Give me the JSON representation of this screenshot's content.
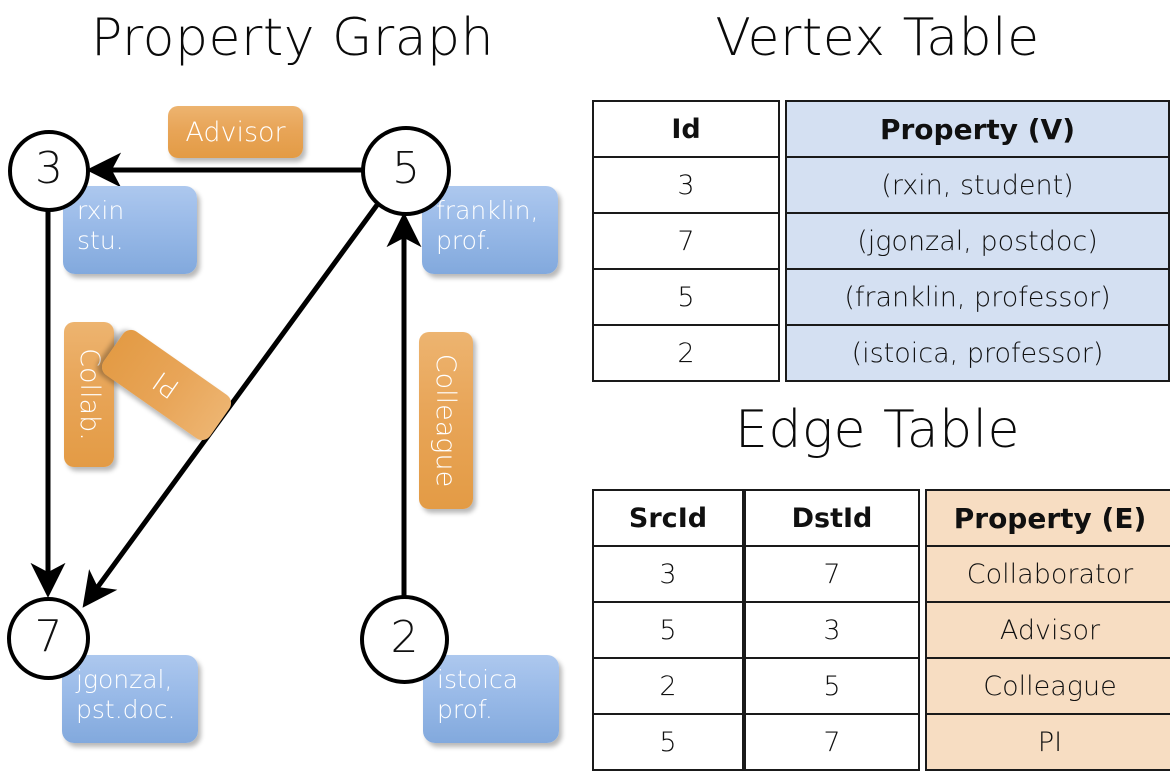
{
  "titles": {
    "property_graph": "Property Graph",
    "vertex_table": "Vertex Table",
    "edge_table": "Edge Table"
  },
  "colors": {
    "vertex_property_fill": "#d4e0f2",
    "edge_property_fill": "#f7ddc2",
    "vertex_box_blue": "#9cbce9",
    "edge_chip_orange": "#e8a558",
    "stroke": "#000000"
  },
  "graph": {
    "nodes": [
      {
        "id": "3",
        "property": "rxin\nstu."
      },
      {
        "id": "5",
        "property": "franklin,\nprof."
      },
      {
        "id": "7",
        "property": "jgonzal,\npst.doc."
      },
      {
        "id": "2",
        "property": "istoica\nprof."
      }
    ],
    "edge_labels": [
      {
        "name": "advisor",
        "text": "Advisor"
      },
      {
        "name": "collab",
        "text": "Collab."
      },
      {
        "name": "pi",
        "text": "PI"
      },
      {
        "name": "colleague",
        "text": "Colleague"
      }
    ]
  },
  "vertex_table": {
    "headers": {
      "id": "Id",
      "property": "Property (V)"
    },
    "rows": [
      {
        "id": "3",
        "property": "(rxin, student)"
      },
      {
        "id": "7",
        "property": "(jgonzal, postdoc)"
      },
      {
        "id": "5",
        "property": "(franklin, professor)"
      },
      {
        "id": "2",
        "property": "(istoica, professor)"
      }
    ]
  },
  "edge_table": {
    "headers": {
      "src": "SrcId",
      "dst": "DstId",
      "property": "Property (E)"
    },
    "rows": [
      {
        "src": "3",
        "dst": "7",
        "property": "Collaborator"
      },
      {
        "src": "5",
        "dst": "3",
        "property": "Advisor"
      },
      {
        "src": "2",
        "dst": "5",
        "property": "Colleague"
      },
      {
        "src": "5",
        "dst": "7",
        "property": "PI"
      }
    ]
  }
}
